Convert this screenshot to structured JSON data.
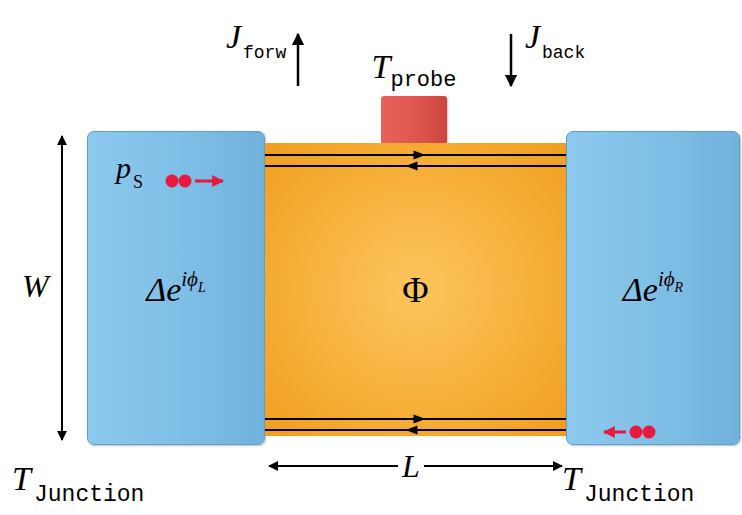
{
  "diagram": {
    "nodes": [
      {
        "text": [
          "T",
          "probe"
        ]
      },
      {
        "text": [
          "Δe",
          "iϕ",
          "L"
        ]
      },
      {
        "text": [
          "Φ"
        ]
      },
      {
        "text": [
          "Δe",
          "iϕ",
          "R"
        ]
      }
    ],
    "edges": [
      {
        "from": 1,
        "to": 3,
        "arrow": "to"
      },
      {
        "from": 3,
        "to": 1,
        "arrow": "to"
      },
      {
        "from": 1,
        "to": 3,
        "arrow": "to"
      },
      {
        "from": 3,
        "to": 1,
        "arrow": "to"
      }
    ],
    "labels": [
      "J",
      "forw",
      "J",
      "back",
      "p",
      "S",
      "W",
      "L",
      "T",
      "Junction",
      "T",
      "Junction"
    ]
  }
}
